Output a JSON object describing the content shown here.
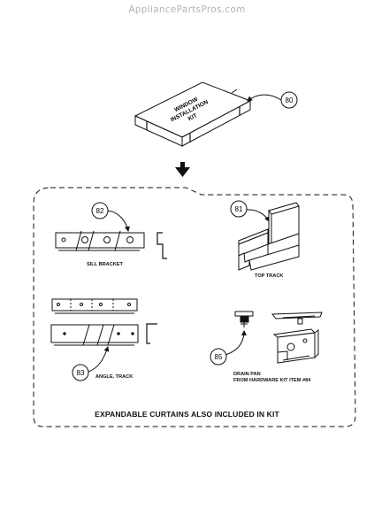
{
  "watermark": "AppliancePartsPros.com",
  "kit": {
    "box_label_line1": "WINDOW",
    "box_label_line2": "INSTALLATION",
    "box_label_line3": "KIT",
    "callout": "80"
  },
  "parts": {
    "sill_bracket": {
      "callout": "82",
      "label": "SILL BRACKET"
    },
    "top_track": {
      "callout": "81",
      "label": "TOP TRACK"
    },
    "angle_track": {
      "callout": "83",
      "label": "ANGLE, TRACK"
    },
    "drain_pan": {
      "callout": "85",
      "label_line1": "DRAIN PAN",
      "label_line2": "FROM HARDWARE KIT ITEM #84"
    }
  },
  "footer_note": "EXPANDABLE CURTAINS ALSO INCLUDED IN KIT"
}
